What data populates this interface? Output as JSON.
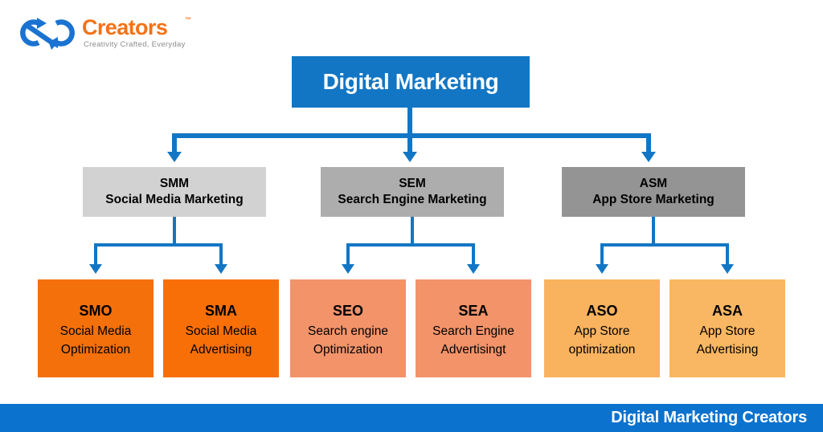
{
  "logo": {
    "mark_icon": "infinity-recycle-arrows-icon",
    "wordmark": "Creators",
    "trademark": "™",
    "tagline": "Creativity Crafted, Everyday",
    "wordmark_color": "#F47216",
    "mark_color": "#1B73D1"
  },
  "diagram": {
    "type": "hierarchy-tree",
    "connector_color": "#1276C4",
    "root": {
      "title": "Digital Marketing",
      "bg_color": "#1276C4",
      "text_color": "#FFFFFF"
    },
    "level2": [
      {
        "acronym": "SMM",
        "description": "Social Media Marketing",
        "bg_color": "#D2D2D2"
      },
      {
        "acronym": "SEM",
        "description": "Search Engine Marketing",
        "bg_color": "#ADADAD"
      },
      {
        "acronym": "ASM",
        "description": "App Store Marketing",
        "bg_color": "#949494"
      }
    ],
    "level3": [
      {
        "acronym": "SMO",
        "line1": "Social Media",
        "line2": "Optimization",
        "bg_color": "#F4700A",
        "parent": "SMM"
      },
      {
        "acronym": "SMA",
        "line1": "Social Media",
        "line2": "Advertising",
        "bg_color": "#F86F08",
        "parent": "SMM"
      },
      {
        "acronym": "SEO",
        "line1": "Search engine",
        "line2": "Optimization",
        "bg_color": "#F2936A",
        "parent": "SEM"
      },
      {
        "acronym": "SEA",
        "line1": "Search Engine",
        "line2": "Advertisingt",
        "bg_color": "#F2936A",
        "parent": "SEM"
      },
      {
        "acronym": "ASO",
        "line1": "App Store",
        "line2": "optimization",
        "bg_color": "#F9B25E",
        "parent": "ASM"
      },
      {
        "acronym": "ASA",
        "line1": "App Store",
        "line2": "Advertising",
        "bg_color": "#F9B763",
        "parent": "ASM"
      }
    ]
  },
  "footer": {
    "text": "Digital Marketing Creators",
    "bg_color": "#0B72CE",
    "text_color": "#FFFFFF"
  }
}
